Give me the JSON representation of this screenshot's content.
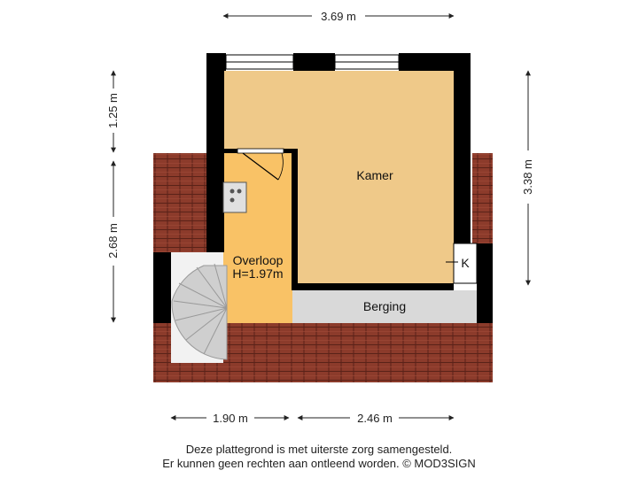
{
  "dimensions": {
    "top_width": "3.69 m",
    "right_height": "3.38 m",
    "left_upper": "1.25 m",
    "left_lower": "2.68 m",
    "bottom_left": "1.90 m",
    "bottom_right": "2.46 m"
  },
  "rooms": {
    "kamer": "Kamer",
    "overloop_name": "Overloop",
    "overloop_height": "H=1.97m",
    "berging": "Berging",
    "kast": "K"
  },
  "footer": {
    "line1": "Deze plattegrond is met uiterste zorg samengesteld.",
    "line2": "Er kunnen geen rechten aan ontleend worden. © MOD3SIGN"
  },
  "colors": {
    "kamer_fill": "#efc989",
    "overloop_fill": "#f9c266",
    "berging_fill": "#d9d9d9",
    "wall": "#000000",
    "roof_tile": "#8b3a2a",
    "stair": "#cfcfcf"
  }
}
